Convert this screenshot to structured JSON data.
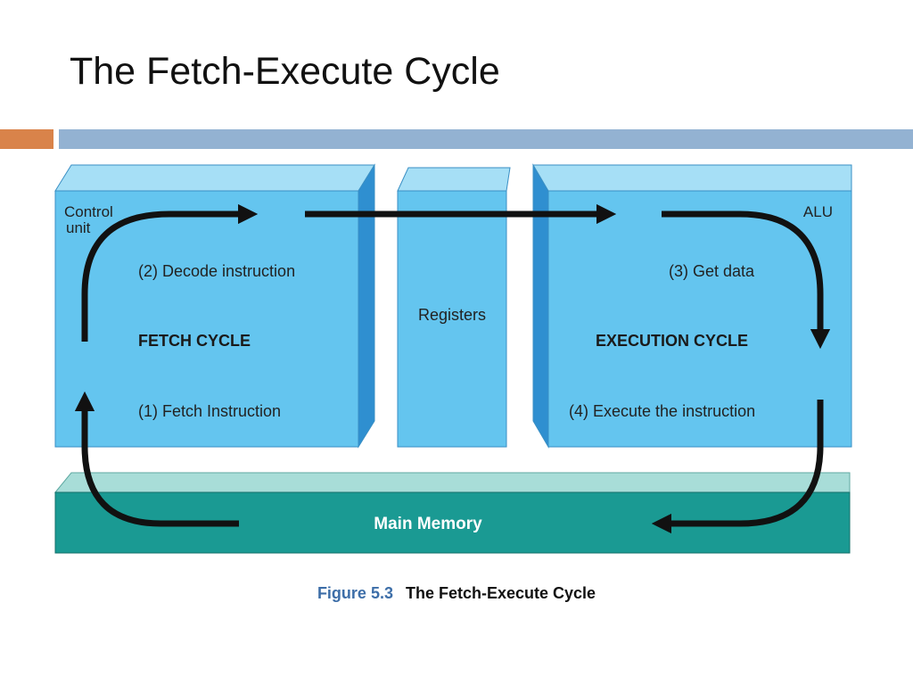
{
  "title": "The Fetch-Execute Cycle",
  "colors": {
    "accent_bar": "#d9834a",
    "main_bar": "#93b2d2",
    "box_front": "#64c5ef",
    "box_top": "#a6dff6",
    "box_side": "#2f8fd0",
    "memory_front": "#1a9a93",
    "memory_top": "#a8ddd8",
    "arrow": "#111111",
    "figure_number": "#3d6ea8"
  },
  "diagram": {
    "control_unit_label_1": "Control",
    "control_unit_label_2": "unit",
    "alu_label": "ALU",
    "registers_label": "Registers",
    "fetch_cycle_label": "FETCH CYCLE",
    "execution_cycle_label": "EXECUTION CYCLE",
    "step_1": "(1) Fetch Instruction",
    "step_2": "(2) Decode instruction",
    "step_3": "(3) Get data",
    "step_4": "(4) Execute the instruction",
    "main_memory_label": "Main Memory"
  },
  "caption": {
    "figure_number": "Figure 5.3",
    "figure_title": "The Fetch-Execute Cycle"
  }
}
